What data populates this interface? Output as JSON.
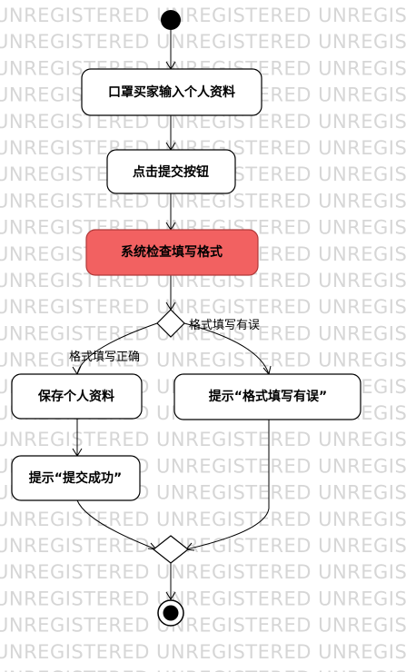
{
  "watermark": "UNREGISTERED",
  "nodes": {
    "input_info": "口罩买家输入个人资料",
    "click_submit": "点击提交按钮",
    "system_check": "系统检查填写格式",
    "save_info": "保存个人资料",
    "prompt_success": "提示“提交成功”",
    "prompt_error": "提示“格式填写有误”"
  },
  "guards": {
    "correct": "格式填写正确",
    "error": "格式填写有误"
  },
  "colors": {
    "highlight_fill": "#f26161",
    "watermark": "#d6d6d6"
  }
}
